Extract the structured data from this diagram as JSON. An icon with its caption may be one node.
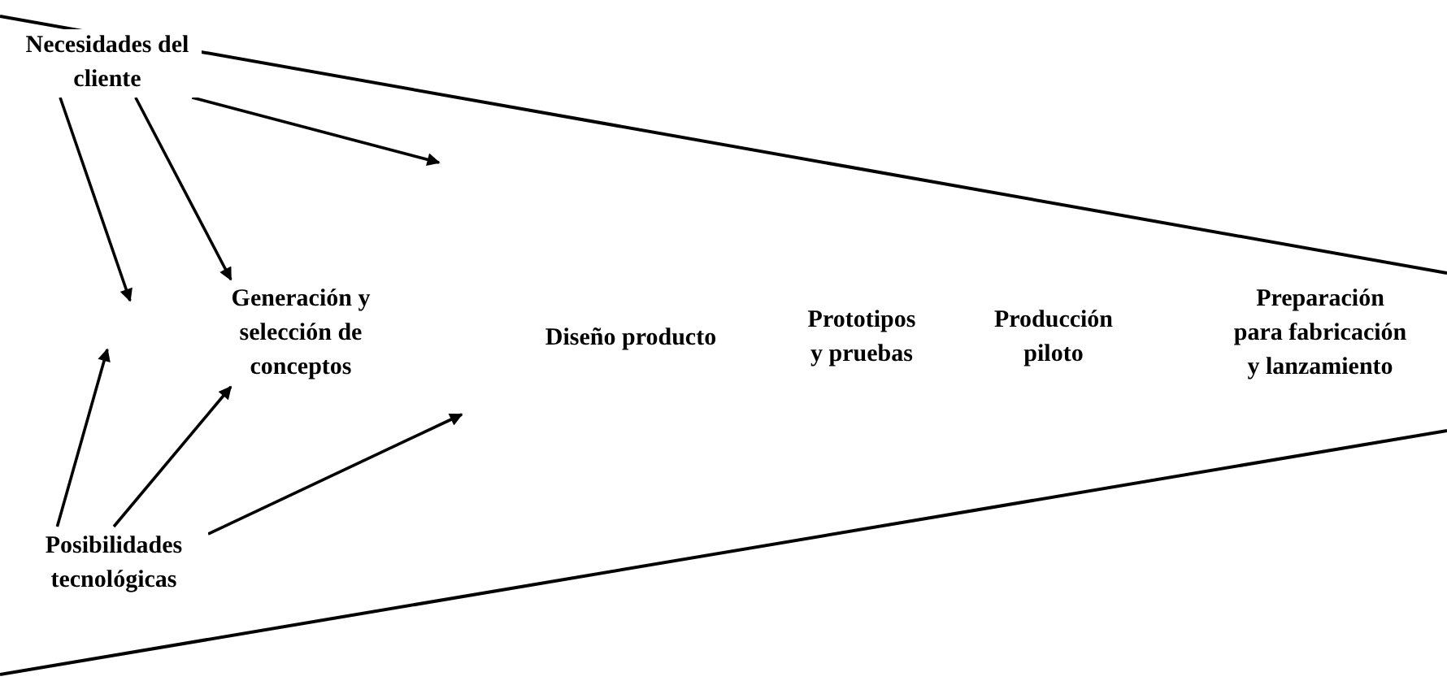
{
  "diagram": {
    "nodes": [
      {
        "text": [
          "Necesidades del cliente"
        ]
      },
      {
        "text": [
          "Generación y selección de conceptos"
        ]
      },
      {
        "text": [
          "Diseño producto"
        ]
      },
      {
        "text": [
          "Prototipos y pruebas"
        ]
      },
      {
        "text": [
          "Producción piloto"
        ]
      },
      {
        "text": [
          "Preparación para fabricación y lanzamiento"
        ]
      },
      {
        "text": [
          "Posibilidades tecnológicas"
        ]
      }
    ],
    "edges": [
      {
        "from": 0,
        "to": null,
        "arrow": "to"
      },
      {
        "from": 0,
        "to": null,
        "arrow": "to"
      },
      {
        "from": 0,
        "to": 1,
        "arrow": "to"
      },
      {
        "from": 6,
        "to": null,
        "arrow": "to"
      },
      {
        "from": 6,
        "to": 1,
        "arrow": "to"
      },
      {
        "from": 6,
        "to": null,
        "arrow": "to"
      }
    ]
  }
}
